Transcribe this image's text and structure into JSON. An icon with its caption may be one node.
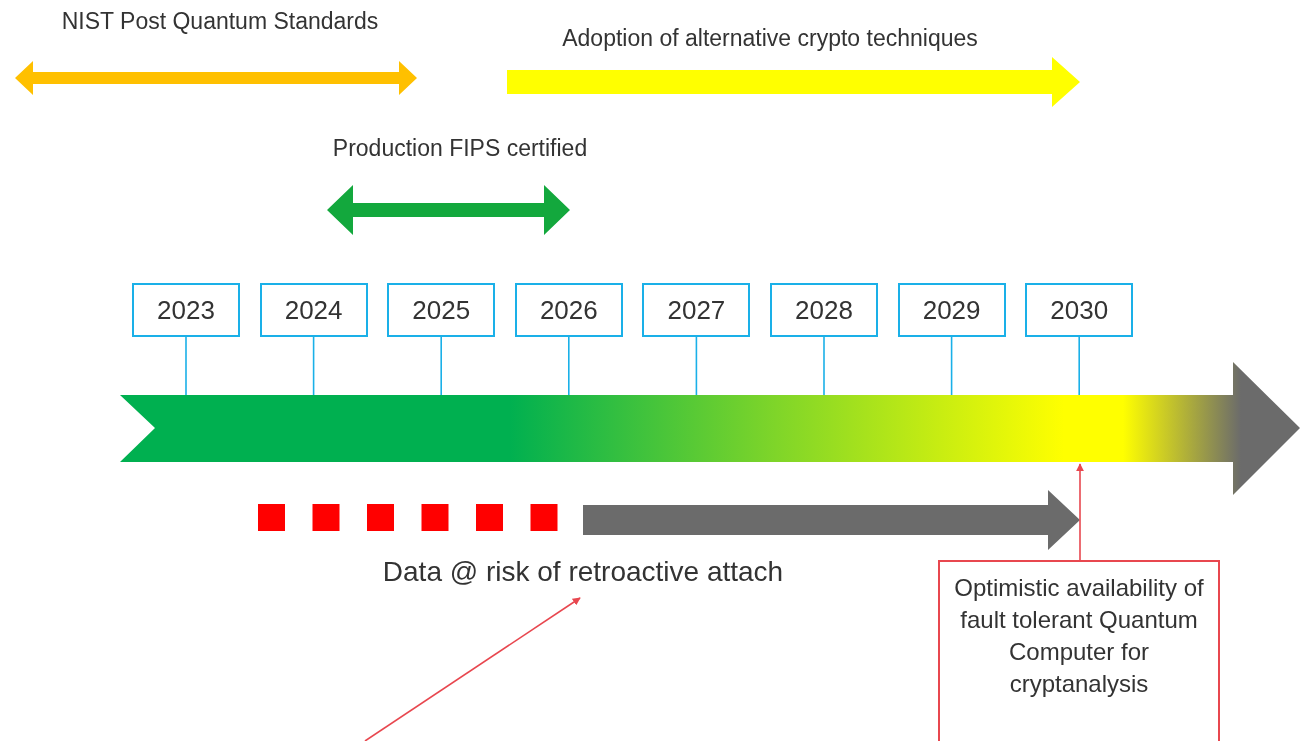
{
  "diagram": {
    "nodes": [
      {
        "text": [
          "2023"
        ]
      },
      {
        "text": [
          "2024"
        ]
      },
      {
        "text": [
          "2025"
        ]
      },
      {
        "text": [
          "2026"
        ]
      },
      {
        "text": [
          "2027"
        ]
      },
      {
        "text": [
          "2028"
        ]
      },
      {
        "text": [
          "2029"
        ]
      },
      {
        "text": [
          "2030"
        ]
      },
      {
        "text": [],
        "shape": "arrow"
      },
      {
        "text": [
          "Data @ risk of retroactive attach"
        ]
      },
      {
        "text": [
          "Optimistic availability of fault tolerant Quantum Computer for cryptanalysis"
        ]
      }
    ],
    "edges": [
      {
        "from": 0,
        "to": 8,
        "arrow": "none"
      },
      {
        "from": 1,
        "to": 8,
        "arrow": "none"
      },
      {
        "from": 2,
        "to": 8,
        "arrow": "none"
      },
      {
        "from": 3,
        "to": 8,
        "arrow": "none"
      },
      {
        "from": 4,
        "to": 8,
        "arrow": "none"
      },
      {
        "from": 5,
        "to": 8,
        "arrow": "none"
      },
      {
        "from": 6,
        "to": 8,
        "arrow": "none"
      },
      {
        "from": 7,
        "to": 8,
        "arrow": "none"
      },
      {
        "from": 10,
        "to": 8,
        "arrow": "to",
        "color": "#e8474f"
      },
      {
        "from": null,
        "to": 9,
        "arrow": "to",
        "color": "#e8474f"
      }
    ],
    "labels": [
      "NIST Post Quantum Standards",
      "Adoption of alternative crypto techniques",
      "Production FIPS certified"
    ]
  }
}
